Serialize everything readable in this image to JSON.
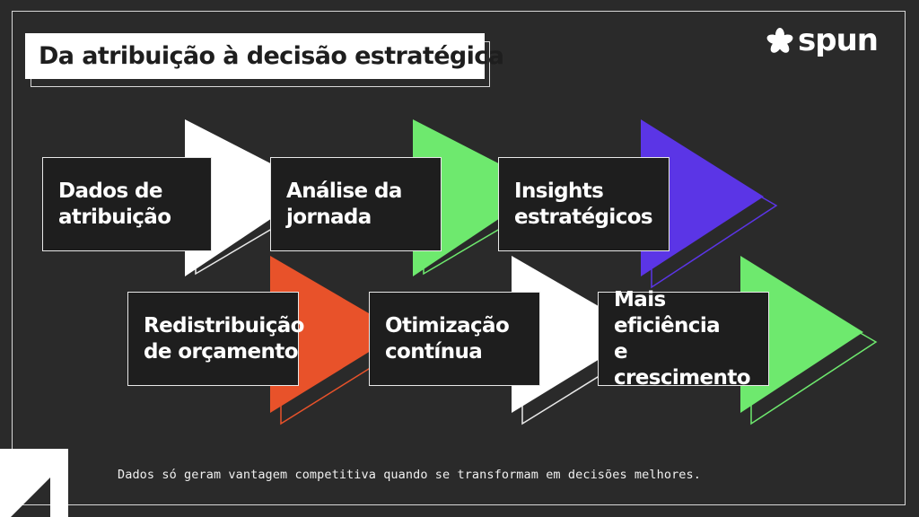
{
  "title": "Da atribuição à decisão estratégica",
  "logo": {
    "icon": "spun-leaf-icon",
    "text": "spun"
  },
  "steps": [
    {
      "label": "Dados de\natribuição",
      "color": "#ffffff"
    },
    {
      "label": "Análise da\njornada",
      "color": "#6ee96e"
    },
    {
      "label": "Insights\nestratégicos",
      "color": "#5b35e6"
    },
    {
      "label": "Redistribuição\nde orçamento",
      "color": "#e8522a"
    },
    {
      "label": "Otimização\ncontínua",
      "color": "#ffffff"
    },
    {
      "label": "Mais eficiência\ne crescimento",
      "color": "#6ee96e"
    }
  ],
  "footer": "Dados só geram vantagem competitiva quando se transformam em decisões melhores.",
  "colors": {
    "background": "#2a2a2a",
    "frame": "#d8d8d8",
    "label_bg": "#1e1e1e"
  }
}
